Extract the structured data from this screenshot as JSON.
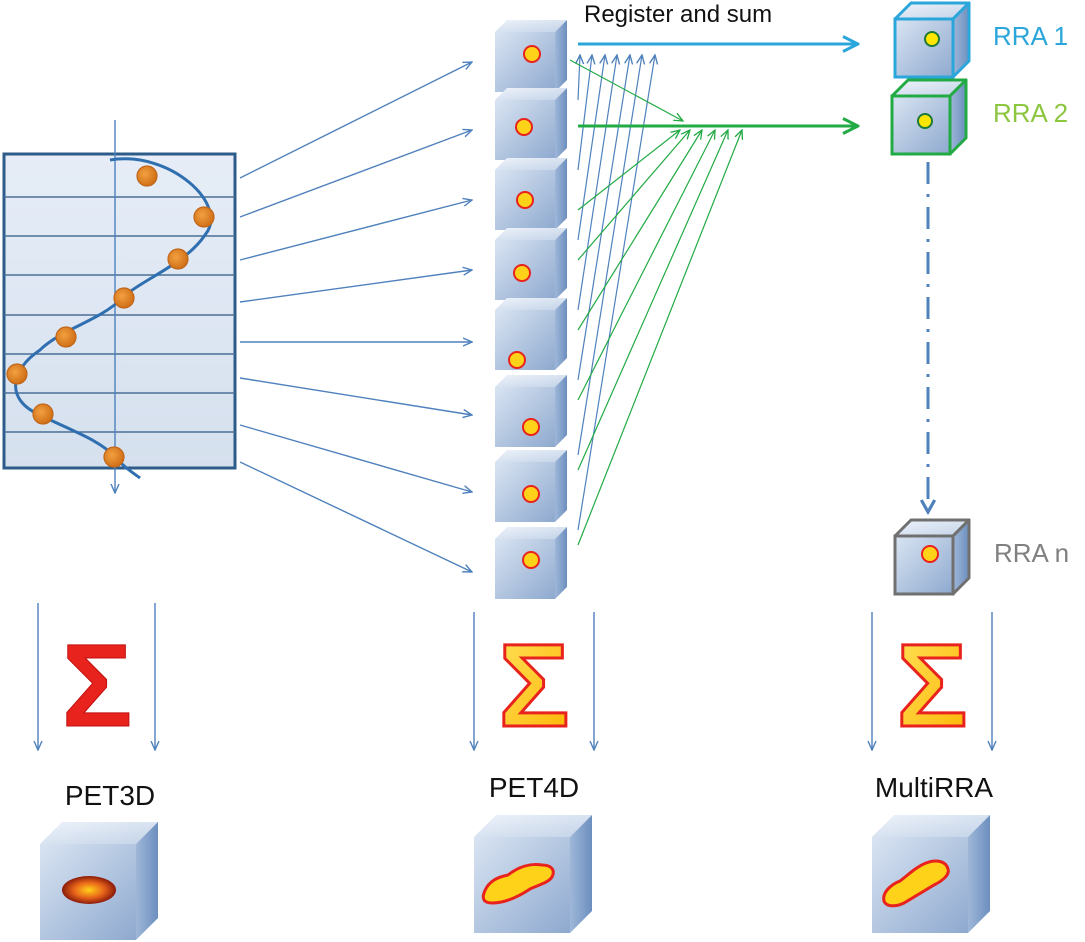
{
  "labels": {
    "register_and_sum": "Register and sum",
    "rra1": "RRA 1",
    "rra2": "RRA 2",
    "rran": "RRA n",
    "pet3d": "PET3D",
    "pet4d": "PET4D",
    "multirra": "MultiRRA",
    "sigma": "Σ"
  },
  "colors": {
    "rra1": "#2aa6db",
    "rra2": "#8cc63f",
    "rran": "#808080",
    "arrow_blue": "#4f81bd",
    "arrow_green": "#22aa44",
    "dot_orange": "#e8872a",
    "sigma_red": "#e8231d",
    "sigma_yellow": "#ffd21a"
  }
}
